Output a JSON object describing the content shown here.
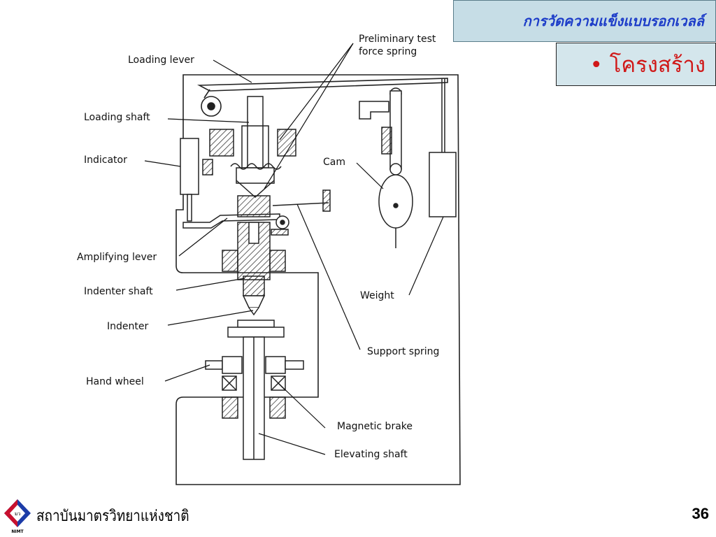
{
  "header": {
    "title": "การวัดความแข็งแบบรอกเวลล์",
    "subtitle": "• โครงสร้าง"
  },
  "diagram": {
    "labels": {
      "loading_lever": "Loading lever",
      "preliminary_line1": "Preliminary test",
      "preliminary_line2": "force spring",
      "loading_shaft": "Loading shaft",
      "indicator": "Indicator",
      "cam": "Cam",
      "amplifying_lever": "Amplifying lever",
      "indenter_shaft": "Indenter shaft",
      "weight": "Weight",
      "indenter": "Indenter",
      "support_spring": "Support spring",
      "hand_wheel": "Hand wheel",
      "magnetic_brake": "Magnetic brake",
      "elevating_shaft": "Elevating shaft"
    }
  },
  "footer": {
    "institute_name": "สถาบันมาตรวิทยาแห่งชาติ",
    "logo_text_top": "มว",
    "logo_text_bottom": "NIMT",
    "page_number": "36"
  },
  "colors": {
    "title_bg": "#c6dde6",
    "title_text": "#1c3cc8",
    "subtitle_bg": "#d4e6ec",
    "subtitle_text": "#d01818",
    "logo_red": "#c8102e",
    "logo_blue": "#1c3ca8"
  }
}
